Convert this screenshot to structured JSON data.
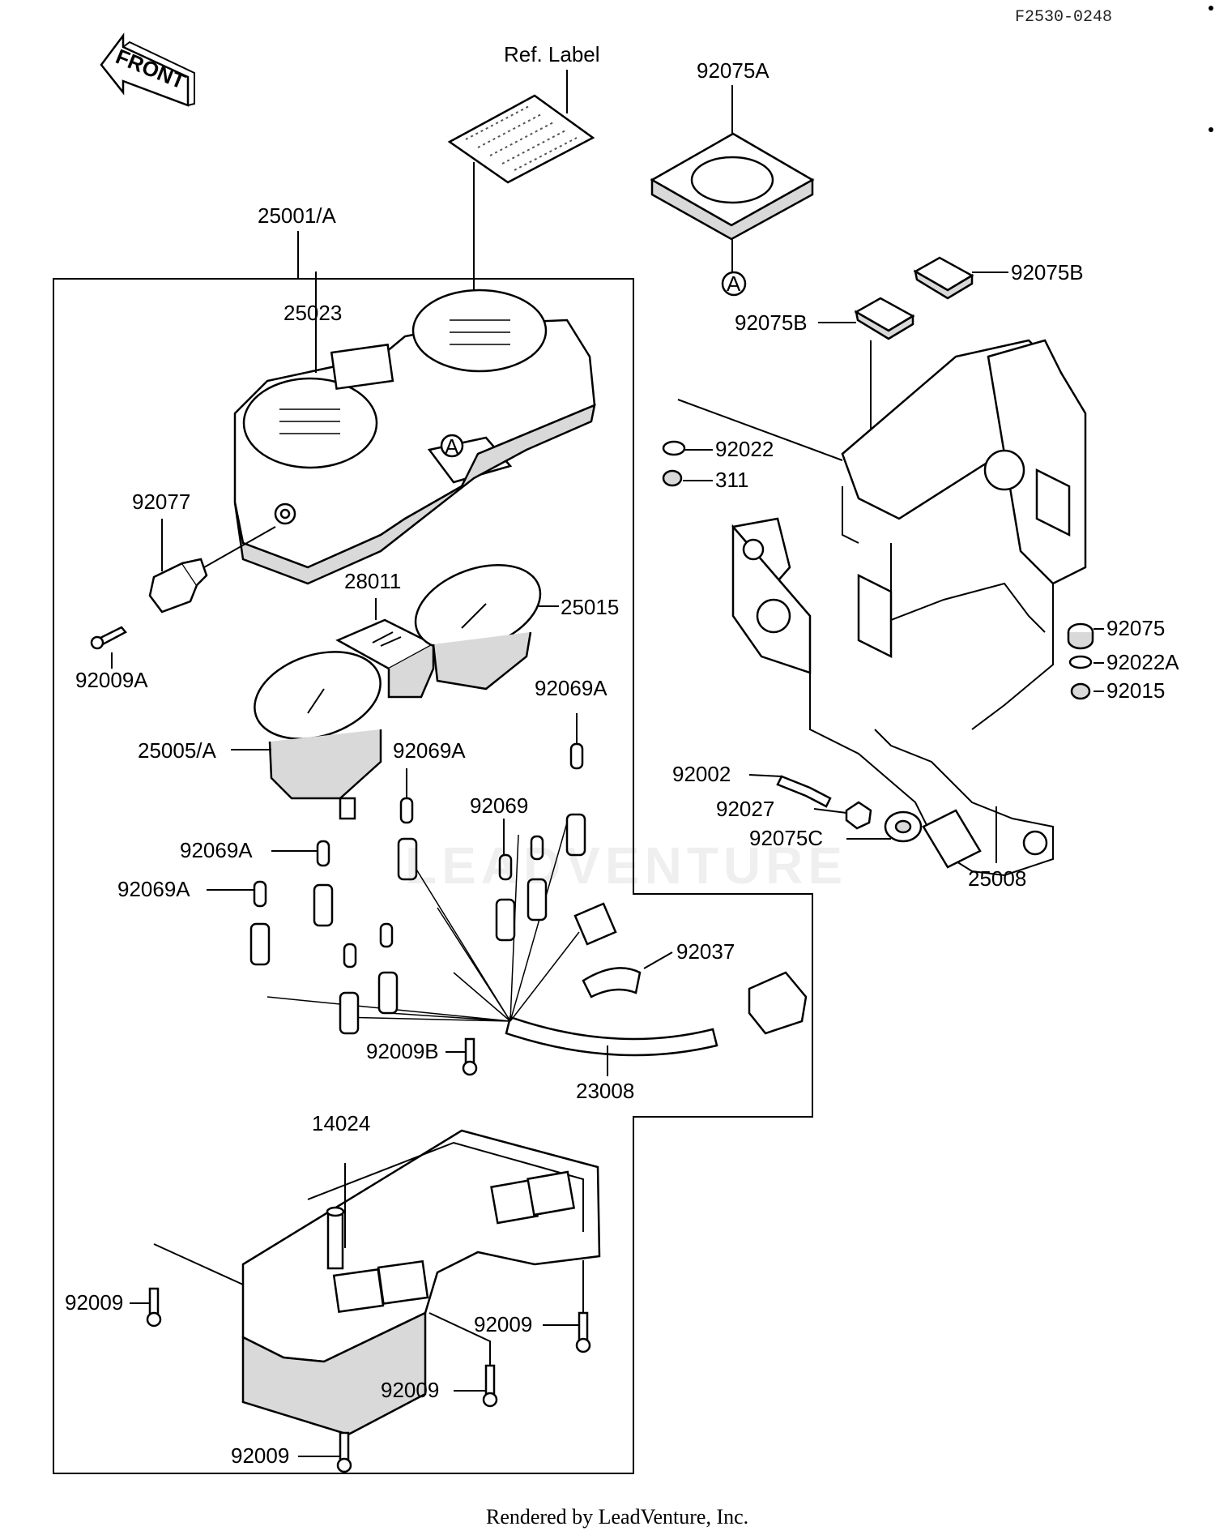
{
  "header": {
    "doc_code": "F2530-0248"
  },
  "front_arrow": {
    "label": "FRONT"
  },
  "ref_label": {
    "text": "Ref. Label"
  },
  "callout_marker": "A",
  "watermark": "LEADVENTURE",
  "footer": {
    "text": "Rendered by LeadVenture, Inc."
  },
  "parts": {
    "p25001A": "25001/A",
    "p25023": "25023",
    "p92077": "92077",
    "p92009A": "92009A",
    "p28011": "28011",
    "p25015": "25015",
    "p25005A": "25005/A",
    "p92069A_1": "92069A",
    "p92069A_2": "92069A",
    "p92069A_3": "92069A",
    "p92069A_4": "92069A",
    "p92069": "92069",
    "p92037": "92037",
    "p92009B": "92009B",
    "p23008": "23008",
    "p14024": "14024",
    "p92009_1": "92009",
    "p92009_2": "92009",
    "p92009_3": "92009",
    "p92009_4": "92009",
    "p92075A": "92075A",
    "p92075B_1": "92075B",
    "p92075B_2": "92075B",
    "p92022": "92022",
    "p311": "311",
    "p92075": "92075",
    "p92022A": "92022A",
    "p92015": "92015",
    "p92002": "92002",
    "p92027": "92027",
    "p92075C": "92075C",
    "p25008": "25008"
  }
}
